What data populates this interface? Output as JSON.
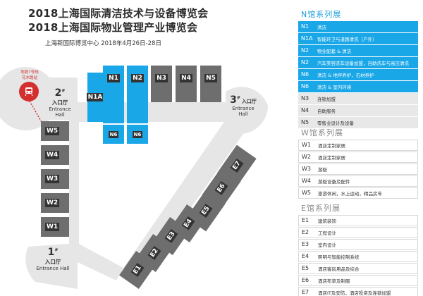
{
  "header": {
    "title_line1": "2018上海国际清洁技术与设备博览会",
    "title_line2": "2018上海国际物业管理产业博览会",
    "venue_date": "上海新国际博览中心 2018年4月26日-28日"
  },
  "metro_label": "地铁7号线\n花木路站",
  "entrances": {
    "e1": {
      "num": "1",
      "sup": "#",
      "cn": "入口厅",
      "en": "Entrance Hall"
    },
    "e2": {
      "num": "2",
      "sup": "#",
      "cn": "入口厅",
      "en": "Entrance Hall"
    },
    "e3": {
      "num": "3",
      "sup": "#",
      "cn": "入口厅",
      "en": "Entrance Hall"
    }
  },
  "halls": {
    "n1": "N1",
    "n1a": "N1A",
    "n2": "N2",
    "n3": "N3",
    "n4": "N4",
    "n5": "N5",
    "n6a": "N6",
    "n6b": "N6",
    "w1": "W1",
    "w2": "W2",
    "w3": "W3",
    "w4": "W4",
    "w5": "W5",
    "e1": "E1",
    "e2": "E2",
    "e3": "E3",
    "e4": "E4",
    "e5": "E5",
    "e6": "E6",
    "e7": "E7"
  },
  "legend": {
    "n_title": "N馆系列展",
    "n_rows": [
      {
        "code": "N1",
        "desc": "清洁",
        "style": "blue"
      },
      {
        "code": "N1A",
        "desc": "智能环卫与道路清洗（户外）",
        "style": "blue"
      },
      {
        "code": "N2",
        "desc": "物业配套 & 清洁",
        "style": "blue"
      },
      {
        "code": "N2",
        "desc": "汽车美容洗车设备加盟，自助洗车与高压清洗",
        "style": "blue"
      },
      {
        "code": "N6",
        "desc": "清洁 & 地坪养护，石材养护",
        "style": "blue"
      },
      {
        "code": "N6",
        "desc": "清洁 & 室内环境",
        "style": "blue"
      },
      {
        "code": "N3",
        "desc": "连锁加盟",
        "style": "gray"
      },
      {
        "code": "N4",
        "desc": "自助服务",
        "style": "gray"
      },
      {
        "code": "N5",
        "desc": "零售业设计及设备",
        "style": "gray"
      }
    ],
    "w_title": "W馆系列展",
    "w_rows": [
      {
        "code": "W1",
        "desc": "酒店定制家居"
      },
      {
        "code": "W2",
        "desc": "酒店定制家居"
      },
      {
        "code": "W3",
        "desc": "游艇"
      },
      {
        "code": "W4",
        "desc": "游艇设备及配件"
      },
      {
        "code": "W5",
        "desc": "旅游休闲，水上运动，精品房车"
      }
    ],
    "e_title": "E馆系列展",
    "e_rows": [
      {
        "code": "E1",
        "desc": "建筑装饰"
      },
      {
        "code": "E2",
        "desc": "工程设计"
      },
      {
        "code": "E3",
        "desc": "室内设计"
      },
      {
        "code": "E4",
        "desc": "照明与智能控制系统"
      },
      {
        "code": "E5",
        "desc": "酒店客房用品及综合"
      },
      {
        "code": "E6",
        "desc": "酒店布草及制服"
      },
      {
        "code": "E7",
        "desc": "酒店IT及安防，酒店投资及连锁加盟"
      }
    ]
  },
  "colors": {
    "accent_blue": "#1aa7e8",
    "hall_gray": "#6e6e6e",
    "metro_red": "#d32f2f"
  }
}
